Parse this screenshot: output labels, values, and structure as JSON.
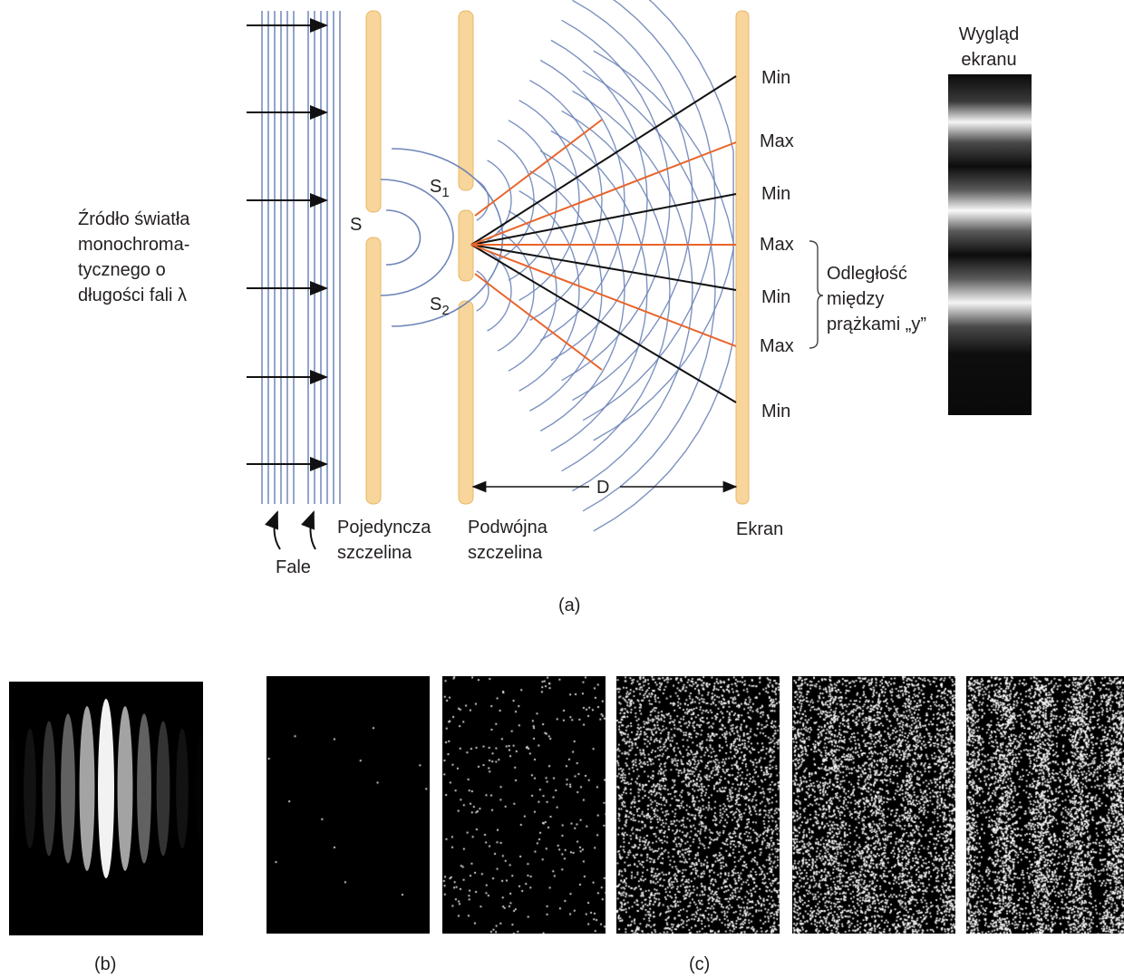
{
  "source_label": [
    "Źródło światła",
    "monochroma-",
    "tycznego  o",
    "długości fali λ"
  ],
  "waves_label": "Fale",
  "single_slit_label": [
    "Pojedyncza",
    "szczelina"
  ],
  "double_slit_label": [
    "Podwójna",
    "szczelina"
  ],
  "screen_label": "Ekran",
  "slit_s": "S",
  "slit_s1": {
    "base": "S",
    "sub": "1"
  },
  "slit_s2": {
    "base": "S",
    "sub": "2"
  },
  "distance_label": "D",
  "fringe_labels": [
    "Min",
    "Max",
    "Min",
    "Max",
    "Min",
    "Max",
    "Min"
  ],
  "fringe_distance_label": [
    "Odległość",
    "między",
    "prążkami „y”"
  ],
  "screen_view_title": [
    "Wygląd",
    "ekranu"
  ],
  "caption_a": "(a)",
  "caption_b": "(b)",
  "caption_c": "(c)",
  "colors": {
    "wave_blue": "#5b73b4",
    "arc_blue": "#6f86b9",
    "barrier": "#f8d59a",
    "barrier_edge": "#e8b865",
    "max_line": "#e8642a",
    "min_line": "#111111"
  },
  "panels_c": [
    {
      "name": "photon-panel-1",
      "dots": 14,
      "fringe_strength": 0.0
    },
    {
      "name": "photon-panel-2",
      "dots": 320,
      "fringe_strength": 0.0
    },
    {
      "name": "photon-panel-3",
      "dots": 3200,
      "fringe_strength": 0.25
    },
    {
      "name": "photon-panel-4",
      "dots": 4300,
      "fringe_strength": 0.5
    },
    {
      "name": "photon-panel-5",
      "dots": 5000,
      "fringe_strength": 0.7
    }
  ]
}
